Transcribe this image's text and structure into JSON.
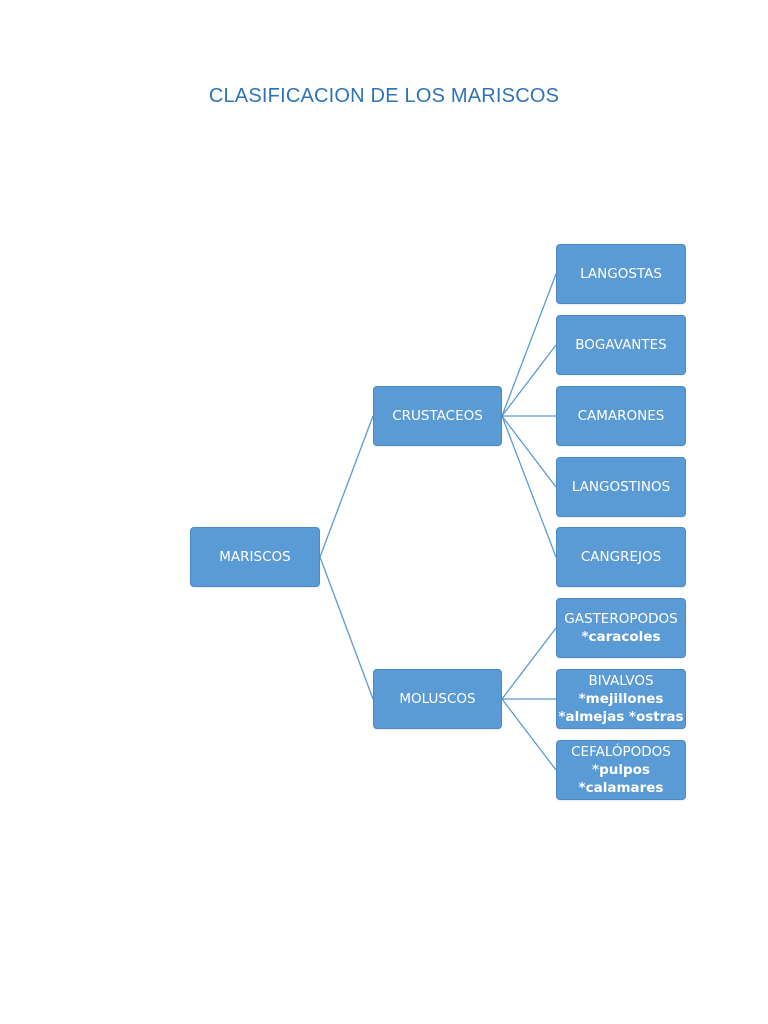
{
  "title": "CLASIFICACION DE LOS MARISCOS",
  "colors": {
    "title": "#2e74b5",
    "node_fill": "#5b9bd5",
    "node_text": "#ffffff",
    "connector": "#5b9bd5"
  },
  "tree": {
    "root": {
      "label": "MARISCOS"
    },
    "crustaceos": {
      "label": "CRUSTACEOS",
      "children": [
        {
          "label": "LANGOSTAS"
        },
        {
          "label": "BOGAVANTES"
        },
        {
          "label": "CAMARONES"
        },
        {
          "label": "LANGOSTINOS"
        },
        {
          "label": "CANGREJOS"
        }
      ]
    },
    "moluscos": {
      "label": "MOLUSCOS",
      "children": [
        {
          "label": "GASTEROPODOS",
          "details": [
            "*caracoles"
          ]
        },
        {
          "label": "BIVALVOS",
          "details": [
            "*mejillones",
            "*almejas *ostras"
          ]
        },
        {
          "label": "CEFALÓPODOS",
          "details": [
            "*pulpos",
            "*calamares"
          ]
        }
      ]
    }
  }
}
